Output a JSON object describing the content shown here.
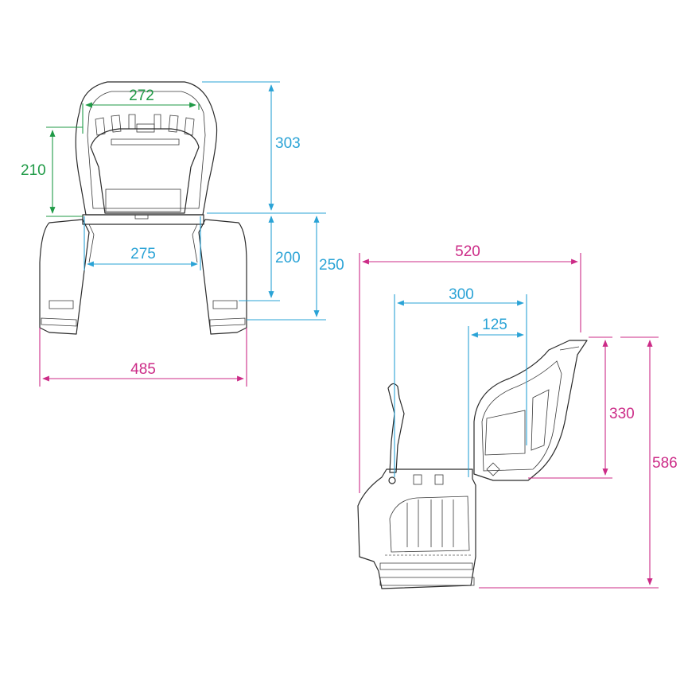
{
  "diagram": {
    "colors": {
      "width_inner": "#1f9a46",
      "main_dims": "#2aa3d6",
      "overall_dims": "#cc2b87",
      "outline": "#2b2b2b"
    },
    "front_view": {
      "dim_backrest_width": "272",
      "dim_backrest_height": "210",
      "dim_seat_width": "275",
      "dim_base_width": "485",
      "dim_back_height": "303",
      "dim_leg_height": "200",
      "dim_side_height": "250"
    },
    "side_view": {
      "dim_overall_depth": "520",
      "dim_seat_depth": "300",
      "dim_back_offset": "125",
      "dim_back_height": "330",
      "dim_overall_height": "586"
    }
  }
}
